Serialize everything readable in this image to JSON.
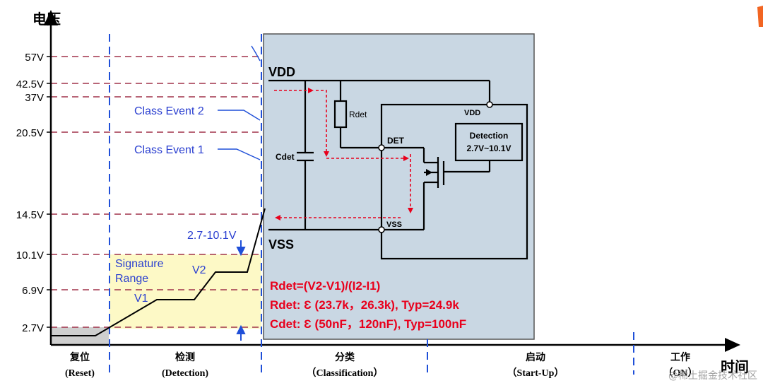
{
  "axes": {
    "y_title": "电压",
    "x_title": "时间"
  },
  "voltage_levels": [
    "57V",
    "42.5V",
    "37V",
    "20.5V",
    "14.5V",
    "10.1V",
    "6.9V",
    "2.7V"
  ],
  "annotations": {
    "class_event_2": "Class Event 2",
    "class_event_1": "Class Event 1",
    "detect_range": "2.7-10.1V",
    "signature_line1": "Signature",
    "signature_line2": "Range",
    "v1": "V1",
    "v2": "V2"
  },
  "phases": [
    {
      "cn": "复位",
      "en": "(Reset)"
    },
    {
      "cn": "检测",
      "en": "(Detection)"
    },
    {
      "cn": "分类",
      "en": "（Classification）"
    },
    {
      "cn": "启动",
      "en": "（Start-Up）"
    },
    {
      "cn": "工作",
      "en": "（ON）"
    }
  ],
  "circuit": {
    "vdd_rail": "VDD",
    "vss_rail": "VSS",
    "rdet": "Rdet",
    "cdet": "Cdet",
    "det_pin": "DET",
    "vdd_pin": "VDD",
    "vss_pin": "VSS",
    "detection_title": "Detection",
    "detection_range": "2.7V~10.1V"
  },
  "formulas": {
    "rdet_formula": "Rdet=(V2-V1)/(I2-I1)",
    "rdet_spec": "Rdet: Ɛ (23.7k，26.3k), Typ=24.9k",
    "cdet_spec": "Cdet: Ɛ (50nF，120nF), Typ=100nF"
  },
  "watermark": "@稀土掘金技术社区",
  "colors": {
    "axis": "#000000",
    "level_dash": "#a0324a",
    "phase_divider": "#1f4fd8",
    "blue_text": "#2a3fd0",
    "panel_bg": "#c9d7e3",
    "panel_border": "#555555",
    "signature_fill": "#fdf9c6",
    "reset_fill": "#cfcfcf",
    "formula_red": "#e8001c",
    "current_arrow": "#e8001c"
  }
}
